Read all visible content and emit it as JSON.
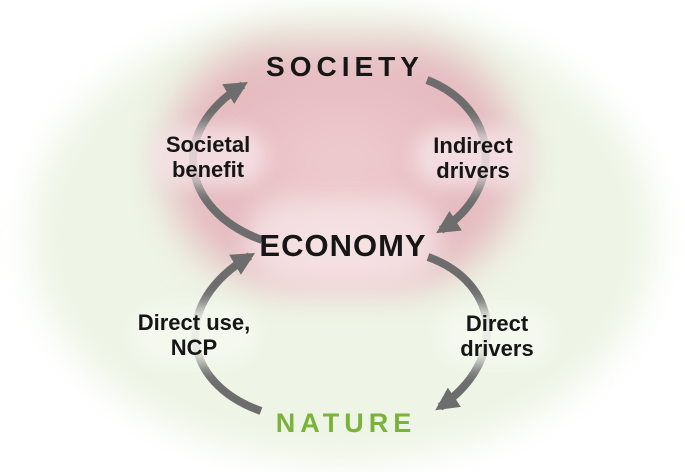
{
  "figure": {
    "type": "cycle-diagram",
    "description": "Cycle diagram linking society, economy and nature via benefits and drivers",
    "nodes": {
      "society": {
        "label": "SOCIETY",
        "color": "#161616"
      },
      "economy": {
        "label": "ECONOMY",
        "color": "#161616"
      },
      "nature": {
        "label": "NATURE",
        "color": "#7ab33a"
      }
    },
    "edges": {
      "societal_benefit": {
        "from": "ECONOMY",
        "to": "SOCIETY",
        "lines": [
          "Societal",
          "benefit"
        ]
      },
      "indirect_drivers": {
        "from": "SOCIETY",
        "to": "ECONOMY",
        "lines": [
          "Indirect",
          "drivers"
        ]
      },
      "direct_use_ncp": {
        "from": "NATURE",
        "to": "ECONOMY",
        "lines": [
          "Direct use,",
          "NCP"
        ]
      },
      "direct_drivers": {
        "from": "ECONOMY",
        "to": "NATURE",
        "lines": [
          "Direct",
          "drivers"
        ]
      }
    },
    "colors": {
      "arrow": "#6d6d6d",
      "text": "#161616",
      "nature_green": "#7ab33a",
      "pink_glow": "#e4b8bd",
      "pink_inner": "#f2dbde",
      "green_glow": "#eef5e6",
      "background": "#ffffff"
    }
  }
}
